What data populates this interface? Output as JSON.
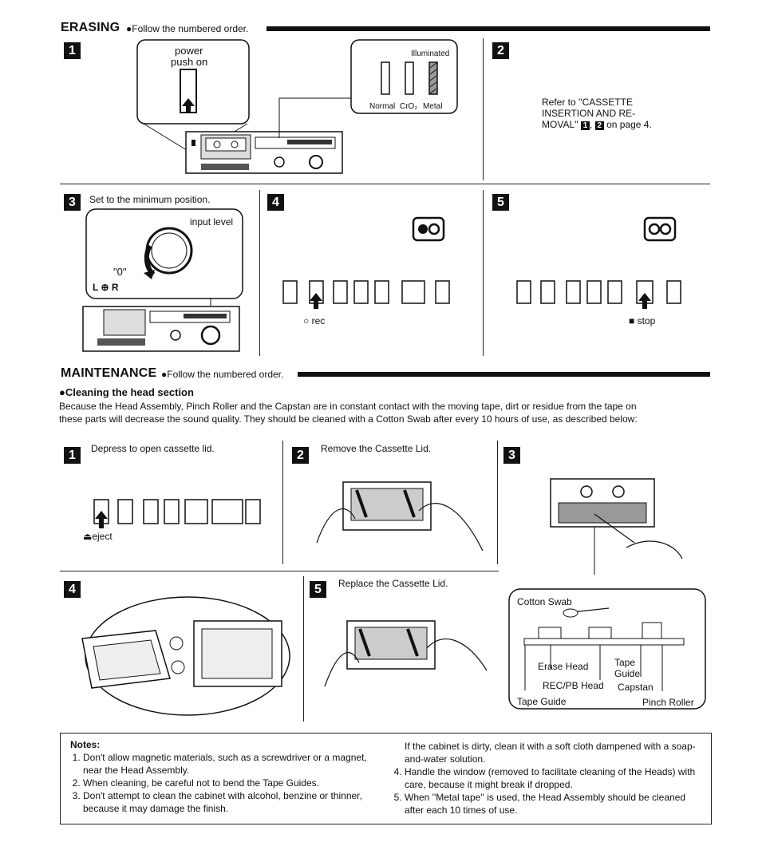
{
  "erasing": {
    "title": "ERASING",
    "subtitle": "●Follow the numbered order.",
    "step1": {
      "num": "1",
      "power_label_1": "power",
      "power_label_2": "push on",
      "indicator_title": "Illuminated",
      "indicator_labels": [
        "Normal",
        "CrO₂",
        "Metal"
      ]
    },
    "step2": {
      "num": "2",
      "text_1": "Refer to ''CASSETTE",
      "text_2": "INSERTION AND RE-",
      "text_3": "MOVAL''",
      "ref_a": "1",
      "ref_sep": ",",
      "ref_b": "2",
      "text_4": "on page 4."
    },
    "step3": {
      "num": "3",
      "instruction": "Set to the minimum position.",
      "knob_label": "input level",
      "zero_label": "\"0\"",
      "lr_label": "L ⊕ R"
    },
    "step4": {
      "num": "4",
      "caption": "○ rec"
    },
    "step5": {
      "num": "5",
      "caption": "■ stop"
    }
  },
  "maintenance": {
    "title": "MAINTENANCE",
    "subtitle": "●Follow the numbered order.",
    "heading": "●Cleaning the head section",
    "intro_1": "Because the Head Assembly, Pinch Roller and the Capstan are in constant contact with the moving tape, dirt or residue from the tape on",
    "intro_2": "these parts will decrease the sound quality. They should be cleaned with a Cotton Swab after every 10 hours of use, as described below:",
    "step1": {
      "num": "1",
      "instruction": "Depress to open cassette lid.",
      "caption": "⏏eject"
    },
    "step2": {
      "num": "2",
      "instruction": "Remove the Cassette Lid."
    },
    "step3": {
      "num": "3",
      "labels": {
        "cotton_swab": "Cotton Swab",
        "erase_head": "Erase Head",
        "tape_guide_top": "Tape",
        "tape_guide_top_2": "Guide",
        "recpb_head": "REC/PB Head",
        "capstan": "Capstan",
        "tape_guide_bottom": "Tape Guide",
        "pinch_roller": "Pinch Roller"
      }
    },
    "step4": {
      "num": "4"
    },
    "step5": {
      "num": "5",
      "instruction": "Replace the Cassette Lid."
    }
  },
  "notes": {
    "title": "Notes:",
    "left_items": [
      "Don't allow magnetic materials, such as a screwdriver or a magnet, near the Head Assembly.",
      "When cleaning, be careful not to bend the Tape Guides.",
      "Don't attempt to clean the cabinet with alcohol, benzine or thinner, because it may damage the finish."
    ],
    "right_cont": "If the cabinet is dirty, clean it with a soft cloth dampened with a soap-and-water solution.",
    "right_items": [
      "Handle the window (removed to facilitate cleaning of the Heads) with care, because it might break if dropped.",
      "When ''Metal tape'' is used, the Head Assembly should be cleaned after each 10 times of use."
    ]
  }
}
